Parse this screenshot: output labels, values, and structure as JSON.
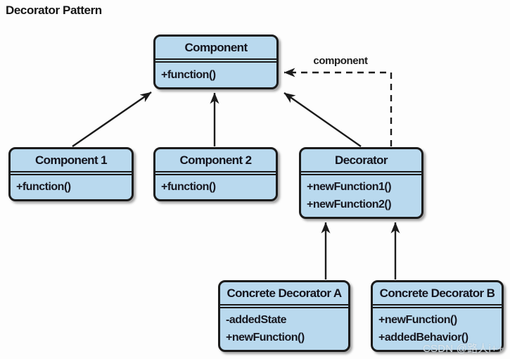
{
  "title": "Decorator Pattern",
  "watermark": "CSDN @路人i++",
  "colors": {
    "box_fill": "#b9d9ee",
    "box_border": "#1b1b1b",
    "arrow": "#1b1b1b",
    "background": "#fdfdfd"
  },
  "diagram": {
    "association_label": "component",
    "classes": [
      {
        "id": "component",
        "name": "Component",
        "members": [
          "+function()"
        ]
      },
      {
        "id": "component1",
        "name": "Component 1",
        "members": [
          "+function()"
        ]
      },
      {
        "id": "component2",
        "name": "Component 2",
        "members": [
          "+function()"
        ]
      },
      {
        "id": "decorator",
        "name": "Decorator",
        "members": [
          "+newFunction1()",
          "+newFunction2()"
        ]
      },
      {
        "id": "concrete-decorator-a",
        "name": "Concrete Decorator A",
        "members": [
          "-addedState",
          "+newFunction()"
        ]
      },
      {
        "id": "concrete-decorator-b",
        "name": "Concrete Decorator B",
        "members": [
          "+newFunction()",
          "+addedBehavior()"
        ]
      }
    ],
    "relationships": [
      {
        "from": "Component 1",
        "to": "Component",
        "type": "inheritance"
      },
      {
        "from": "Component 2",
        "to": "Component",
        "type": "inheritance"
      },
      {
        "from": "Decorator",
        "to": "Component",
        "type": "inheritance"
      },
      {
        "from": "Concrete Decorator A",
        "to": "Decorator",
        "type": "inheritance"
      },
      {
        "from": "Concrete Decorator B",
        "to": "Decorator",
        "type": "inheritance"
      },
      {
        "from": "Decorator",
        "to": "Component",
        "type": "dashed-association",
        "label": "component"
      }
    ]
  }
}
